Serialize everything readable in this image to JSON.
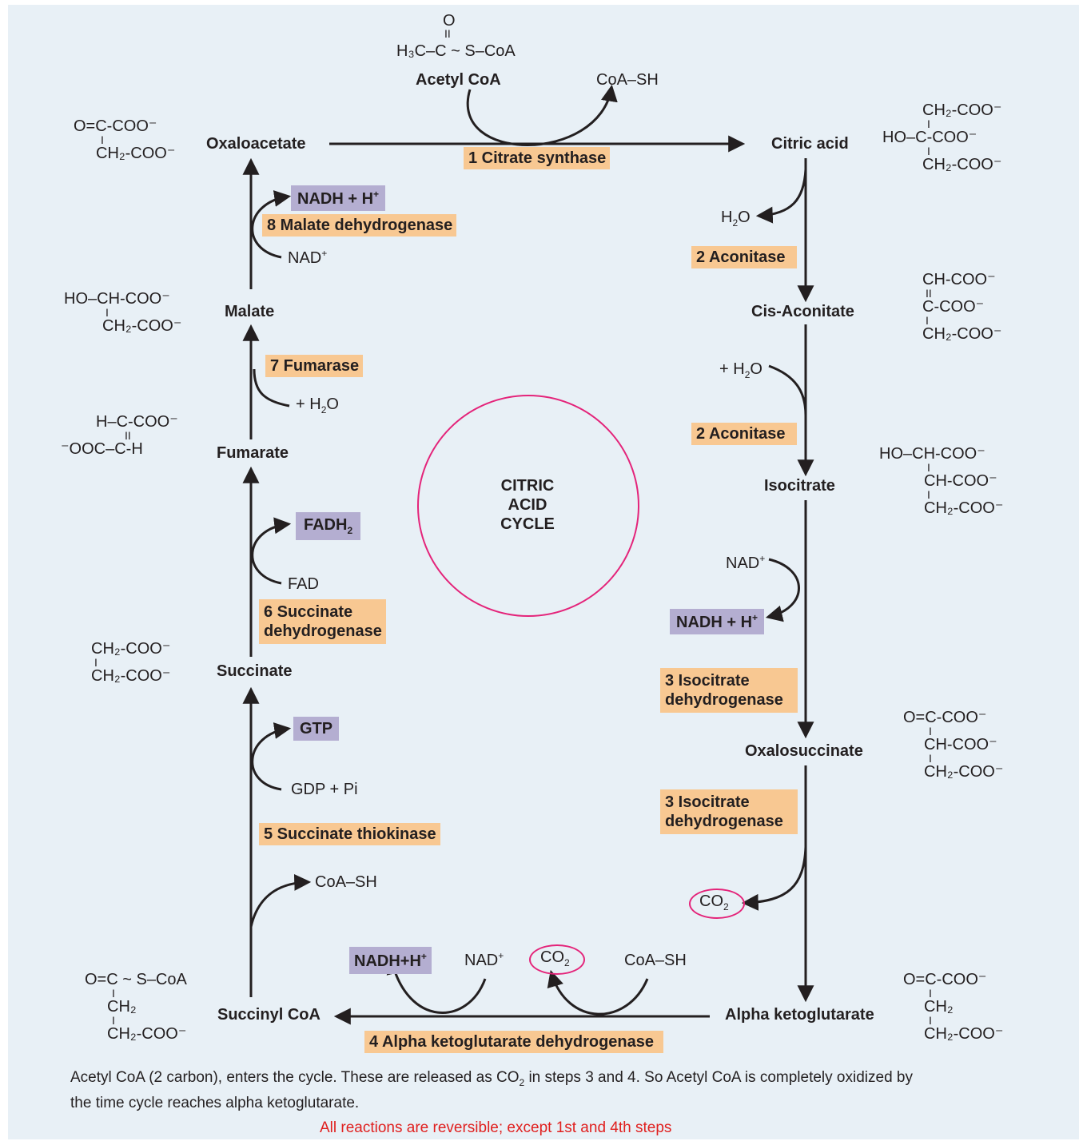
{
  "center_label": [
    "CITRIC",
    "ACID",
    "CYCLE"
  ],
  "metabolites": {
    "acetyl_coa": "Acetyl CoA",
    "oxaloacetate": "Oxaloacetate",
    "citric_acid": "Citric acid",
    "cis_aconitate": "Cis-Aconitate",
    "isocitrate": "Isocitrate",
    "oxalosuccinate": "Oxalosuccinate",
    "alpha_ketoglutarate": "Alpha ketoglutarate",
    "succinyl_coa": "Succinyl CoA",
    "succinate": "Succinate",
    "fumarate": "Fumarate",
    "malate": "Malate"
  },
  "enzymes": {
    "e1": "1 Citrate synthase",
    "e2a": "2 Aconitase",
    "e2b": "2 Aconitase",
    "e3a": [
      "3 Isocitrate",
      "dehydrogenase"
    ],
    "e3b": [
      "3 Isocitrate",
      "dehydrogenase"
    ],
    "e4": "4 Alpha ketoglutarate dehydrogenase",
    "e5": "5 Succinate thiokinase",
    "e6": [
      "6 Succinate",
      "dehydrogenase"
    ],
    "e7": "7 Fumarase",
    "e8": "8 Malate dehydrogenase"
  },
  "cofactors": {
    "coash_top": "CoA–SH",
    "h2o_out": "H",
    "h2o_in": "+ H",
    "nad_right": "NAD",
    "nadh_right": "NADH + H",
    "co2_right": "CO",
    "nadh_bottom": "NADH+H",
    "nad_bottom": "NAD",
    "co2_bottom": "CO",
    "coash_bottom": "CoA–SH",
    "coash_left": "CoA–SH",
    "gdp": "GDP + Pi",
    "gtp": "GTP",
    "fad": "FAD",
    "fadh2": "FADH",
    "h2o_fumarase": "+ H",
    "nad_malate": "NAD",
    "nadh_malate": "NADH + H"
  },
  "structures": {
    "acetyl": [
      "O",
      "II",
      "H₃C–C ~ S–CoA"
    ],
    "oxaloacetate": [
      "O=C-COO⁻",
      "I",
      "CH₂-COO⁻"
    ],
    "citrate": [
      "CH₂-COO⁻",
      "I",
      "HO–C-COO⁻",
      "I",
      "CH₂-COO⁻"
    ],
    "cis_aconitate": [
      "CH-COO⁻",
      "II",
      "C-COO⁻",
      "I",
      "CH₂-COO⁻"
    ],
    "isocitrate": [
      "HO–CH-COO⁻",
      "I",
      "CH-COO⁻",
      "I",
      "CH₂-COO⁻"
    ],
    "oxalosuccinate": [
      "O=C-COO⁻",
      "I",
      "CH-COO⁻",
      "I",
      "CH₂-COO⁻"
    ],
    "alpha_kg": [
      "O=C-COO⁻",
      "I",
      "CH₂",
      "I",
      "CH₂-COO⁻"
    ],
    "succinyl_coa": [
      "O=C ~ S–CoA",
      "I",
      "CH₂",
      "I",
      "CH₂-COO⁻"
    ],
    "succinate": [
      "CH₂-COO⁻",
      "I",
      "CH₂-COO⁻"
    ],
    "fumarate": [
      "H–C-COO⁻",
      "II",
      "⁻OOC–C-H"
    ],
    "malate": [
      "HO–CH-COO⁻",
      "I",
      "CH₂-COO⁻"
    ]
  },
  "note": {
    "line1_a": "Acetyl CoA (2 carbon), enters the cycle. These are released as CO",
    "line1_b": " in steps 3 and 4. So Acetyl CoA is completely oxidized by",
    "line2": "the time cycle reaches alpha ketoglutarate."
  },
  "reversibility": "All reactions are reversible; except 1st and 4th steps",
  "colors": {
    "background": "#e8f0f6",
    "enzyme": "#f8c892",
    "cofactor": "#b4aed1",
    "ring": "#e4247a",
    "red": "#e0201f"
  }
}
